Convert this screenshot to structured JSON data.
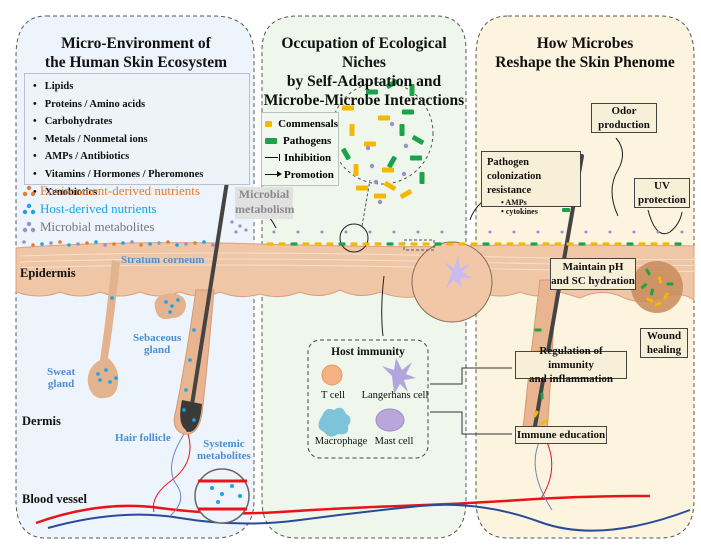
{
  "panels": {
    "left": {
      "title_line1": "Micro-Environment of",
      "title_line2": "the Human Skin Ecosystem",
      "nutrient_list": [
        "Lipids",
        "Proteins / Amino acids",
        "Carbohydrates",
        "Metals / Nonmetal ions",
        "AMPs / Antibiotics",
        "Vitamins / Hormones / Pheromones",
        "Xenobiotics"
      ],
      "legend": [
        {
          "label": "Environment-derived nutrients",
          "color": "#e87a2e"
        },
        {
          "label": "Host-derived nutrients",
          "color": "#1aa3e8"
        },
        {
          "label": "Microbial metabolites",
          "color": "#9b8fc9"
        }
      ],
      "labels": {
        "epidermis": "Epidermis",
        "stratum_corneum": "Stratum corneum",
        "sebaceous_gland_1": "Sebaceous",
        "sebaceous_gland_2": "gland",
        "sweat_gland_1": "Sweat",
        "sweat_gland_2": "gland",
        "dermis": "Dermis",
        "hair_follicle": "Hair follicle",
        "systemic_metabolites_1": "Systemic",
        "systemic_metabolites_2": "metabolites",
        "blood_vessel": "Blood vessel",
        "microbial_metabolism_1": "Microbial",
        "microbial_metabolism_2": "metabolism"
      },
      "background": "#eef4fb"
    },
    "middle": {
      "title_line1": "Occupation of Ecological Niches",
      "title_line2": "by Self-Adaptation and",
      "title_line3": "Microbe-Microbe Interactions",
      "legend": [
        {
          "label": "Commensals",
          "type": "swatch",
          "color": "#f5b800"
        },
        {
          "label": "Pathogens",
          "type": "swatch",
          "color": "#1aa34a"
        },
        {
          "label": "Inhibition",
          "type": "inhibit-arrow"
        },
        {
          "label": "Promotion",
          "type": "promote-arrow"
        }
      ],
      "host_immunity": {
        "title": "Host immunity",
        "cells": [
          {
            "label": "T cell",
            "color": "#f4b183"
          },
          {
            "label": "Langerhans cell",
            "color": "#b3a6de"
          },
          {
            "label": "Macrophage",
            "color": "#7ec4d8"
          },
          {
            "label": "Mast cell",
            "color": "#b9a7dc"
          }
        ]
      },
      "background": "#eff6ec"
    },
    "right": {
      "title_line1": "How Microbes",
      "title_line2": "Reshape the Skin Phenome",
      "boxes": {
        "odor_1": "Odor",
        "odor_2": "production",
        "pathogen_title_1": "Pathogen colonization",
        "pathogen_title_2": "resistance",
        "amps": "AMPs",
        "cytokines": "cytokines",
        "uv_1": "UV",
        "uv_2": "protection",
        "ph_1": "Maintain pH",
        "ph_2": "and SC hydration",
        "wound_1": "Wound",
        "wound_2": "healing",
        "regulation_1": "Regulation of immunity",
        "regulation_2": "and inflammation",
        "education": "Immune education"
      },
      "background": "#fcf4df"
    }
  },
  "colors": {
    "skin": "#f0c7a6",
    "skin_dark": "#dca07d",
    "artery": "#e8141b",
    "vein": "#2a4a9a",
    "commensal": "#f5b800",
    "pathogen": "#1aa34a",
    "metabolite": "#9b8fc9",
    "host_nutrient": "#1aa3e8",
    "env_nutrient": "#e87a2e"
  }
}
